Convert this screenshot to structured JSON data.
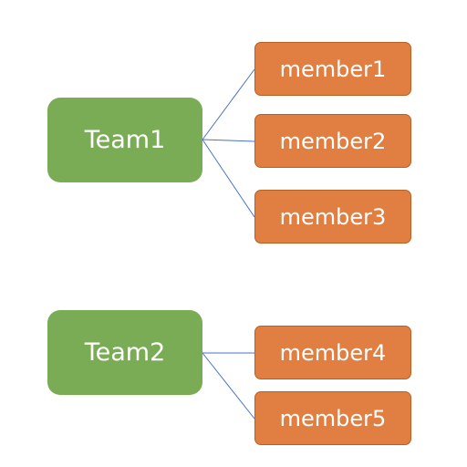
{
  "teams": [
    {
      "label": "Team1",
      "color": "#7aab55",
      "members": [
        "member1",
        "member2",
        "member3"
      ]
    },
    {
      "label": "Team2",
      "color": "#7aab55",
      "members": [
        "member4",
        "member5"
      ]
    }
  ],
  "member_color": "#e07f41",
  "connector_color": "#4a72c4"
}
